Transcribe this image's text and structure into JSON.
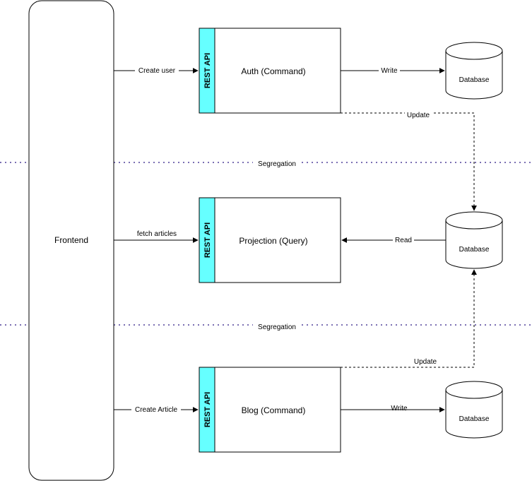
{
  "frontend": {
    "label": "Frontend"
  },
  "services": [
    {
      "api_label": "REST API",
      "name": "Auth (Command)"
    },
    {
      "api_label": "REST API",
      "name": "Projection (Query)"
    },
    {
      "api_label": "REST API",
      "name": "Blog (Command)"
    }
  ],
  "databases": [
    {
      "label": "Database"
    },
    {
      "label": "Database"
    },
    {
      "label": "Database"
    }
  ],
  "edges": {
    "create_user": "Create user",
    "fetch_articles": "fetch articles",
    "create_article": "Create Article",
    "write_top": "Write",
    "read": "Read",
    "write_bottom": "Write",
    "update_top": "Update",
    "update_bottom": "Update"
  },
  "separators": [
    {
      "label": "Segregation"
    },
    {
      "label": "Segregation"
    }
  ],
  "colors": {
    "api_fill": "#66FFFF",
    "separator": "#7B6FB3",
    "stroke": "#000000"
  }
}
